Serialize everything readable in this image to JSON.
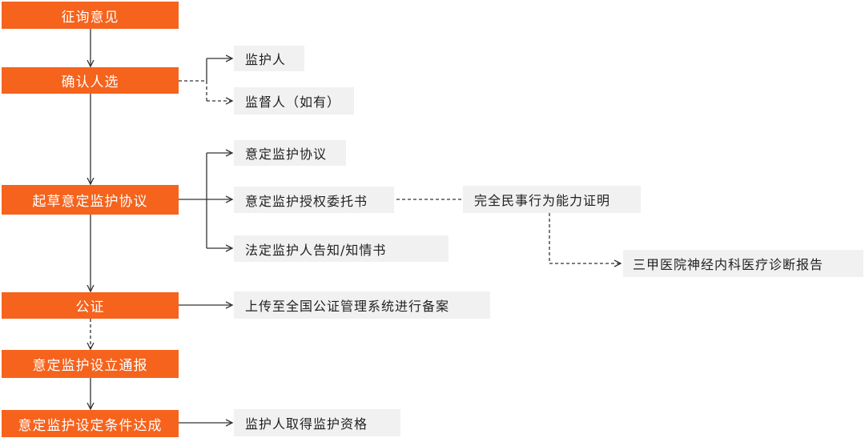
{
  "steps": {
    "s1": "征询意见",
    "s2": "确认人选",
    "s3": "起草意定监护协议",
    "s4": "公证",
    "s5": "意定监护设立通报",
    "s6": "意定监护设定条件达成"
  },
  "notes": {
    "guardian": "监护人",
    "supervisor": "监督人（如有）",
    "agreement": "意定监护协议",
    "authorization": "意定监护授权委托书",
    "legal_notice": "法定监护人告知/知情书",
    "capacity_proof": "完全民事行为能力证明",
    "hospital_report": "三甲医院神经内科医疗诊断报告",
    "upload": "上传至全国公证管理系统进行备案",
    "qualification": "监护人取得监护资格"
  },
  "colors": {
    "step_fill": "#f5631d",
    "note_fill": "#f1f1f1",
    "line": "#333333"
  }
}
